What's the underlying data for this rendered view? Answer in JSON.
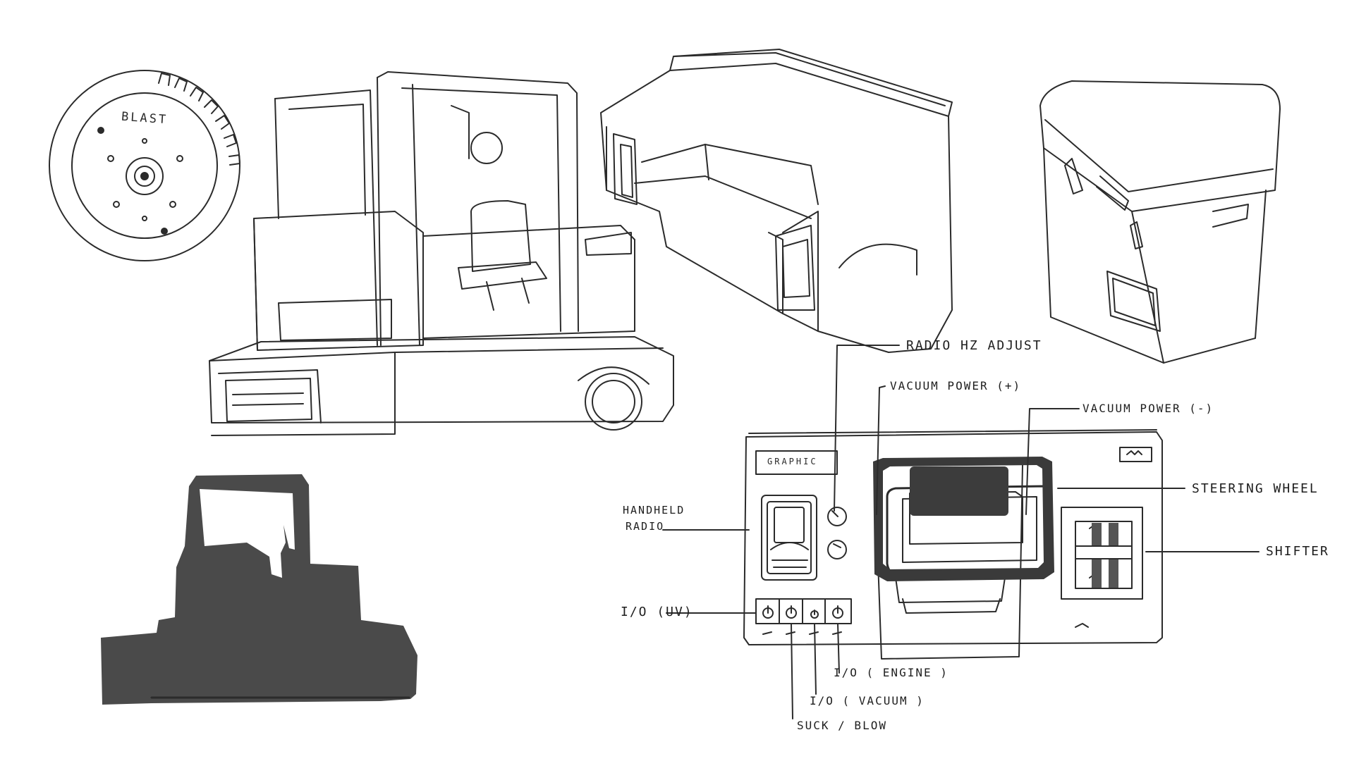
{
  "wheel": {
    "text": "BLAST"
  },
  "panel": {
    "graphic_label": "GRAPHIC"
  },
  "callouts": {
    "radio_hz_adjust": "RADIO HZ ADJUST",
    "vacuum_power_plus": "VACUUM POWER (+)",
    "vacuum_power_minus": "VACUUM POWER (-)",
    "handheld_radio_line1": "HANDHELD",
    "handheld_radio_line2": "RADIO",
    "steering_wheel": "STEERING WHEEL",
    "shifter": "SHIFTER",
    "io_uv": "I/O (UV)",
    "io_engine": "I/O ( ENGINE )",
    "io_vacuum": "I/O ( VACUUM )",
    "suck_blow": "SUCK / BLOW"
  },
  "colors": {
    "ink": "#2b2b2b",
    "silhouette": "#4a4a4a",
    "screen": "#3c3c3c",
    "wheel_grip": "#3a3a3a"
  }
}
